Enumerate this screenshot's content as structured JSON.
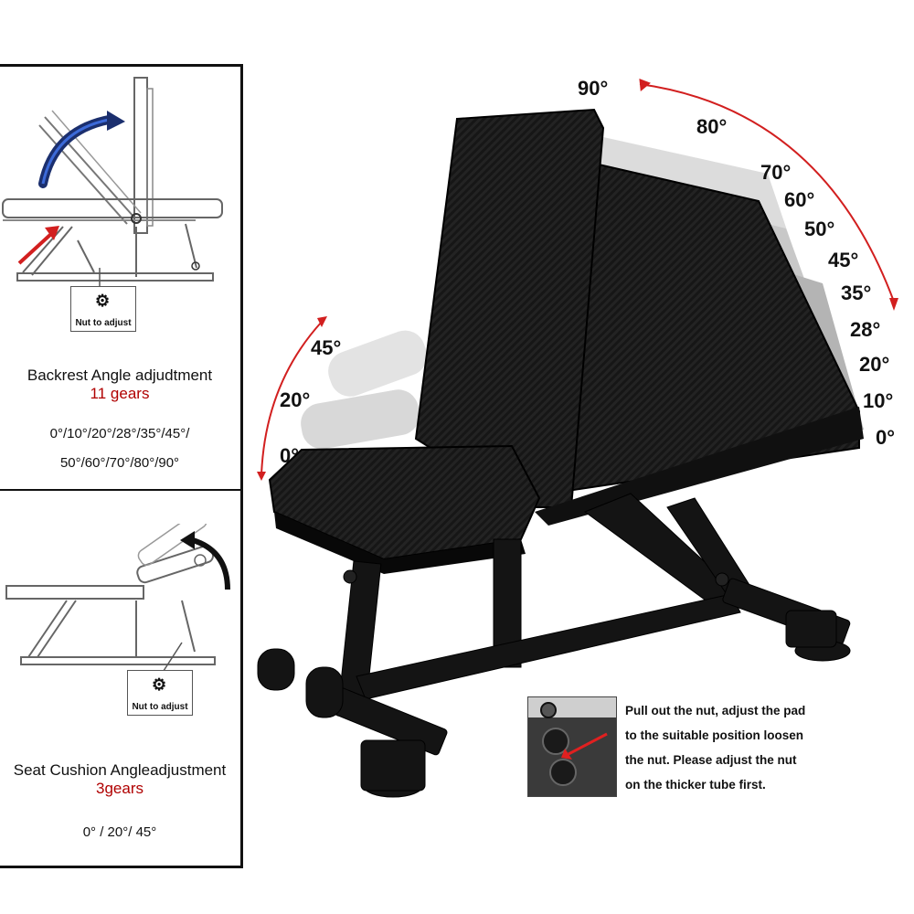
{
  "backrest": {
    "title": "Backrest Angle adjudtment",
    "gears": "11 gears",
    "angles_line1": "0°/10°/20°/28°/35°/45°/",
    "angles_line2": "50°/60°/70°/80°/90°",
    "nut_label": "Nut to adjust"
  },
  "seat": {
    "title": "Seat Cushion Angleadjustment",
    "gears": "3gears",
    "angles": "0° / 20°/ 45°",
    "nut_label": "Nut to adjust"
  },
  "backrest_angle_labels": [
    "90°",
    "80°",
    "70°",
    "60°",
    "50°",
    "45°",
    "35°",
    "28°",
    "20°",
    "10°",
    "0°"
  ],
  "seat_angle_labels": [
    "45°",
    "20°",
    "0°"
  ],
  "instructions": [
    "Pull out the nut, adjust the pad",
    "to the suitable position loosen",
    "the nut. Please adjust the nut",
    "on the thicker tube first."
  ],
  "colors": {
    "accent_red": "#b00000",
    "arrow_red": "#d21f1f",
    "arrow_blue": "#1b2f6e",
    "bench_black": "#151515"
  }
}
